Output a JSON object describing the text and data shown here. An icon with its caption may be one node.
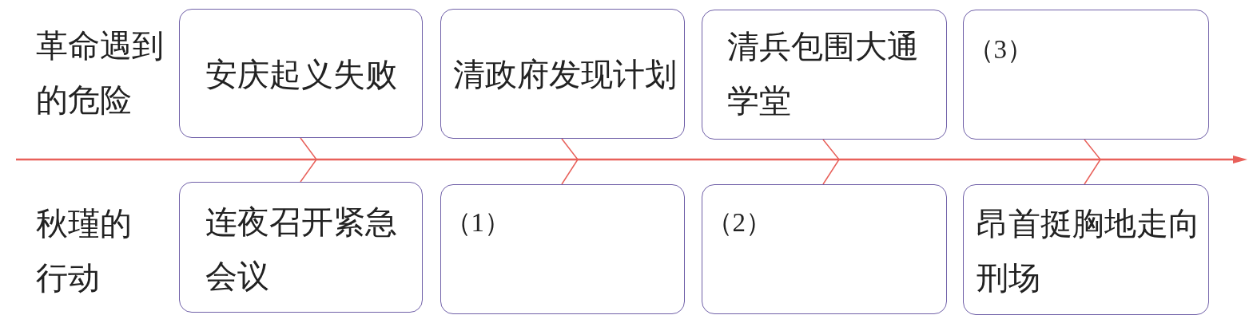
{
  "diagram": {
    "nodes": [
      {
        "text": [
          "安庆起义失败"
        ]
      },
      {
        "text": [
          "清政府发现计划"
        ]
      },
      {
        "text": [
          "清兵包围大通学堂"
        ]
      },
      {
        "text": [
          "（3）"
        ]
      },
      {
        "text": [
          "连夜召开紧急会议"
        ]
      },
      {
        "text": [
          "（1）"
        ]
      },
      {
        "text": [
          "（2）"
        ]
      },
      {
        "text": [
          "昂首挺胸地走向刑场"
        ]
      }
    ],
    "edges": [
      {
        "from": 0,
        "to": 4,
        "arrow": "none"
      },
      {
        "from": 1,
        "to": 5,
        "arrow": "none"
      },
      {
        "from": 2,
        "to": 6,
        "arrow": "none"
      },
      {
        "from": 3,
        "to": 7,
        "arrow": "none"
      }
    ],
    "labels": [
      "革命遇到的危险",
      "秋瑾的行动"
    ]
  }
}
